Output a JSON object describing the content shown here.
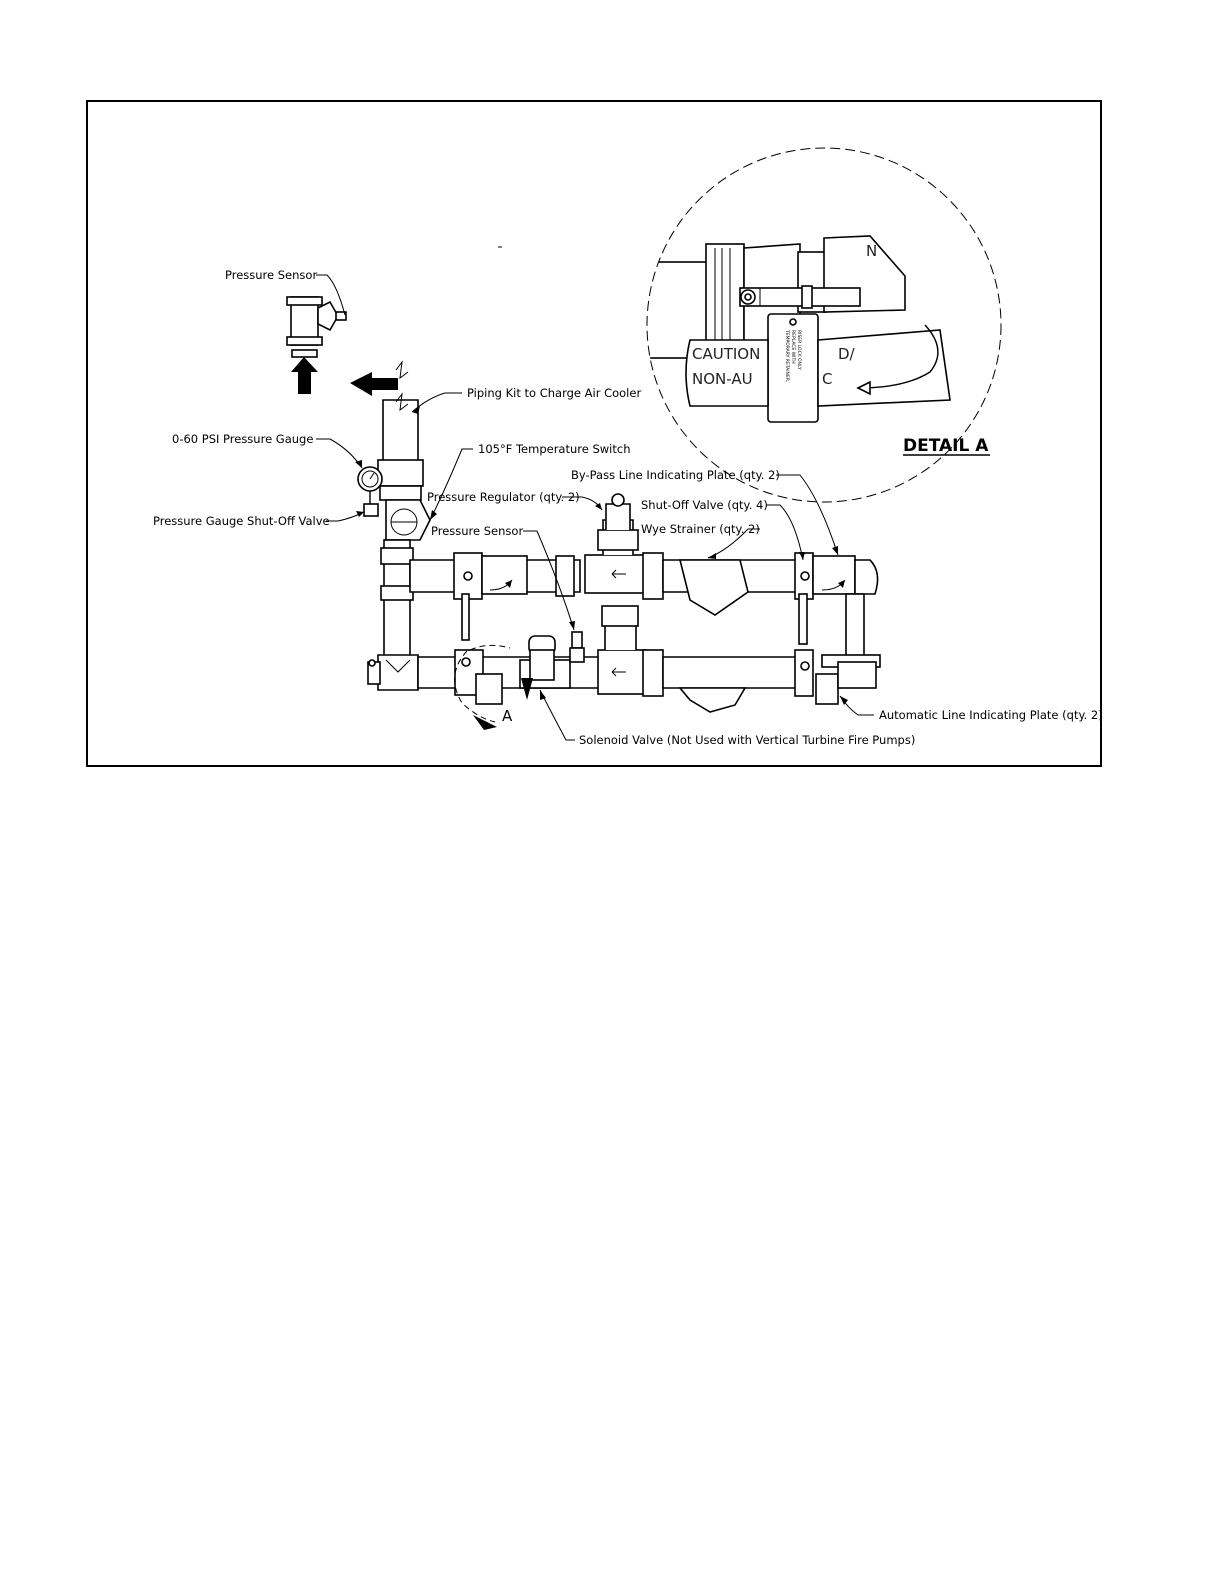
{
  "figure": {
    "detail_title": "DETAIL  A",
    "detail_marker": "A",
    "caution_tag": {
      "line1": "CAUTION",
      "line1_tail": "D/",
      "line2": "NON-AU",
      "line2_tail": "C"
    },
    "callouts": {
      "pressure_sensor_top": "Pressure Sensor",
      "piping_kit": "Piping Kit to Charge Air Cooler",
      "pressure_gauge": "0-60 PSI Pressure Gauge",
      "temperature_switch": "105°F Temperature Switch",
      "bypass_plate": "By-Pass Line Indicating Plate (qty. 2)",
      "pressure_regulator": "Pressure Regulator (qty. 2)",
      "shutoff_valve": "Shut-Off Valve (qty. 4)",
      "gauge_shutoff_valve": "Pressure Gauge Shut-Off Valve",
      "pressure_sensor_mid": "Pressure Sensor",
      "wye_strainer": "Wye Strainer (qty. 2)",
      "automatic_plate": "Automatic Line Indicating Plate (qty. 2)",
      "solenoid_valve": "Solenoid Valve (Not Used with Vertical Turbine Fire Pumps)"
    }
  }
}
